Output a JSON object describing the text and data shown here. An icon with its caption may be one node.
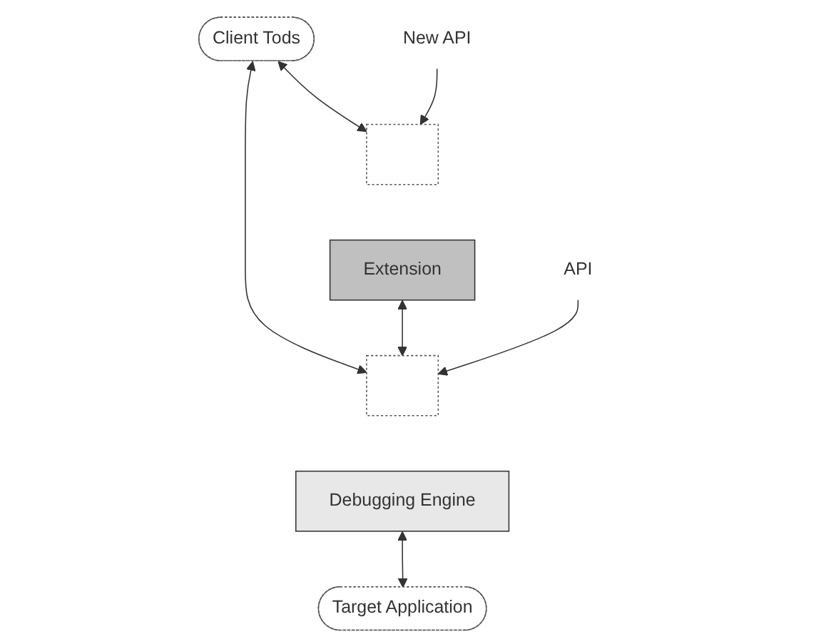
{
  "diagram": {
    "nodes": [
      {
        "text": [
          "Client Tods"
        ]
      },
      {
        "text": [],
        "shape": "bar"
      },
      {
        "text": [
          "Extension"
        ]
      },
      {
        "text": [
          "New API"
        ]
      },
      {
        "text": [
          "API"
        ]
      },
      {
        "text": [],
        "shape": "bar"
      },
      {
        "text": [
          "Debugging Engine"
        ]
      },
      {
        "text": [
          "Target Application"
        ]
      }
    ],
    "edges": [
      {
        "from": 0,
        "to": 5,
        "arrow": "both"
      },
      {
        "from": 0,
        "to": 1,
        "arrow": "both"
      },
      {
        "from": 3,
        "to": 1,
        "arrow": "to"
      },
      {
        "from": 2,
        "to": 5,
        "arrow": "both"
      },
      {
        "from": 4,
        "to": 5,
        "arrow": "to"
      },
      {
        "from": 6,
        "to": 7,
        "arrow": "both"
      }
    ]
  }
}
